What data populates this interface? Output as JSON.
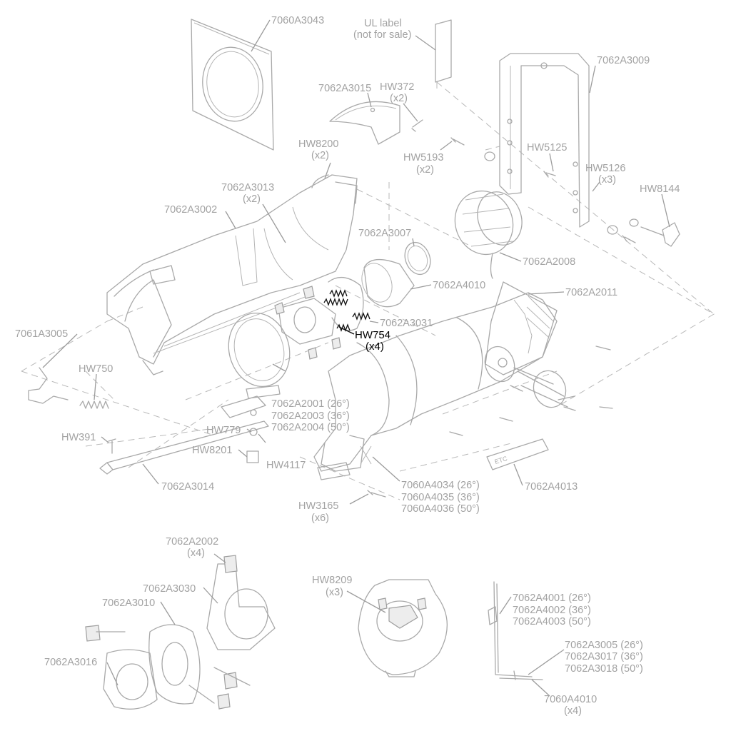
{
  "diagram": {
    "highlight_color": "#000000",
    "muted_color": "#a2a2a2",
    "labels": {
      "l_7060A3043": "7060A3043",
      "l_ul_1": "UL label",
      "l_ul_2": "(not for sale)",
      "l_7062A3009": "7062A3009",
      "l_7062A3015": "7062A3015",
      "l_hw372_1": "HW372",
      "l_hw372_2": "(x2)",
      "l_hw5193_1": "HW5193",
      "l_hw5193_2": "(x2)",
      "l_hw8200_1": "HW8200",
      "l_hw8200_2": "(x2)",
      "l_hw5125": "HW5125",
      "l_hw5126_1": "HW5126",
      "l_hw5126_2": "(x3)",
      "l_hw8144": "HW8144",
      "l_7062A3013_1": "7062A3013",
      "l_7062A3013_2": "(x2)",
      "l_7062A3002": "7062A3002",
      "l_7062A3007": "7062A3007",
      "l_7062A2008": "7062A2008",
      "l_7062A4010": "7062A4010",
      "l_7062A2011": "7062A2011",
      "l_7062A3031": "7062A3031",
      "l_hw754_1": "HW754",
      "l_hw754_2": "(x4)",
      "l_7061A3005": "7061A3005",
      "l_hw750": "HW750",
      "l_7062A2001": "7062A2001 (26°)",
      "l_7062A2003": "7062A2003 (36°)",
      "l_7062A2004": "7062A2004 (50°)",
      "l_hw391": "HW391",
      "l_hw779": "HW779",
      "l_hw8201": "HW8201",
      "l_hw4117": "HW4117",
      "l_7062A3014": "7062A3014",
      "l_7060A4034": "7060A4034 (26°)",
      "l_7060A4035": "7060A4035 (36°)",
      "l_7060A4036": "7060A4036 (50°)",
      "l_7062A4013": "7062A4013",
      "l_hw3165_1": "HW3165",
      "l_hw3165_2": "(x6)",
      "l_7062A2002_1": "7062A2002",
      "l_7062A2002_2": "(x4)",
      "l_7062A3030": "7062A3030",
      "l_7062A3010": "7062A3010",
      "l_7062A3016": "7062A3016",
      "l_hw8209_1": "HW8209",
      "l_hw8209_2": "(x3)",
      "l_7062A4001": "7062A4001 (26°)",
      "l_7062A4002": "7062A4002 (36°)",
      "l_7062A4003": "7062A4003 (50°)",
      "l_7062A3005": "7062A3005 (26°)",
      "l_7062A3017": "7062A3017 (36°)",
      "l_7062A3018": "7062A3018 (50°)",
      "l_7060A4010_1": "7060A4010",
      "l_7060A4010_2": "(x4)"
    }
  }
}
